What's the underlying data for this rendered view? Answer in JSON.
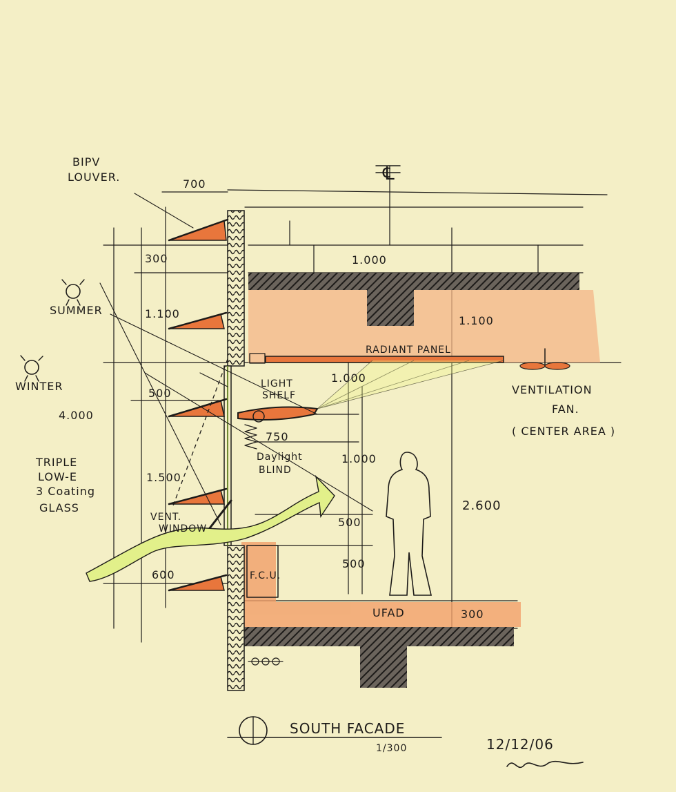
{
  "title": "SOUTH FACADE",
  "scale": "1/300",
  "date": "12/12/06",
  "colors": {
    "paper": "#f4efc6",
    "ink": "#1d1b19",
    "orange": "#f2a06a",
    "orange_dark": "#e8763c",
    "green": "#e2f08a",
    "hatch": "#3a3632"
  },
  "labels": {
    "bipv_louver_1": "BIPV",
    "bipv_louver_2": "LOUVER.",
    "summer": "SUMMER",
    "winter": "WINTER",
    "triple_1": "TRIPLE",
    "triple_2": "LOW-E",
    "triple_3": "3 Coating",
    "triple_4": "GLASS",
    "vent_window_1": "VENT.",
    "vent_window_2": "WINDOW",
    "radiant_panel": "RADIANT PANEL",
    "light_shelf_1": "LIGHT",
    "light_shelf_2": "SHELF",
    "daylight_blind_1": "Daylight",
    "daylight_blind_2": "BLIND",
    "ventilation_fan_1": "VENTILATION",
    "ventilation_fan_2": "FAN.",
    "center_area": "( CENTER AREA )",
    "fcu": "F.C.U.",
    "ufad": "UFAD",
    "centerline": "℄"
  },
  "dimensions": {
    "d700": "700",
    "d300_top": "300",
    "d1100_left": "1.100",
    "d500_left": "500",
    "d4000": "4.000",
    "d1500": "1.500",
    "d600": "600",
    "d1000_ceiling": "1.000",
    "d1100_right": "1.100",
    "d1000_shelf": "1.000",
    "d750": "750",
    "d1000_mid": "1.000",
    "d500_mid": "500",
    "d500_low": "500",
    "d2600": "2.600",
    "d300_floor": "300"
  }
}
